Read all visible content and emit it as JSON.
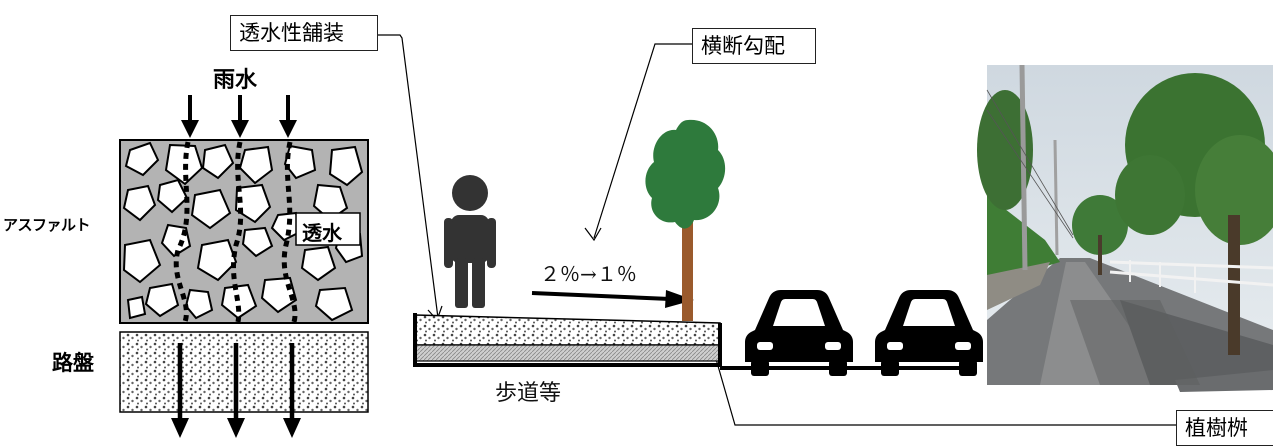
{
  "labels": {
    "permeable_pavement": "透水性舗装",
    "cross_slope": "横断勾配",
    "rainwater": "雨水",
    "asphalt": "アスファルト",
    "permeation": "透水",
    "subbase": "路盤",
    "slope_value": "２％→１％",
    "sidewalk": "歩道等",
    "tree_pit": "植樹桝"
  },
  "colors": {
    "aggregate_fill": "#b3b3b3",
    "tree_green": "#2e7a3c",
    "tree_trunk": "#9a5a2c",
    "figure_dark": "#333333"
  },
  "icons": [
    "person-icon",
    "tree-icon",
    "car-icon",
    "car-icon"
  ]
}
